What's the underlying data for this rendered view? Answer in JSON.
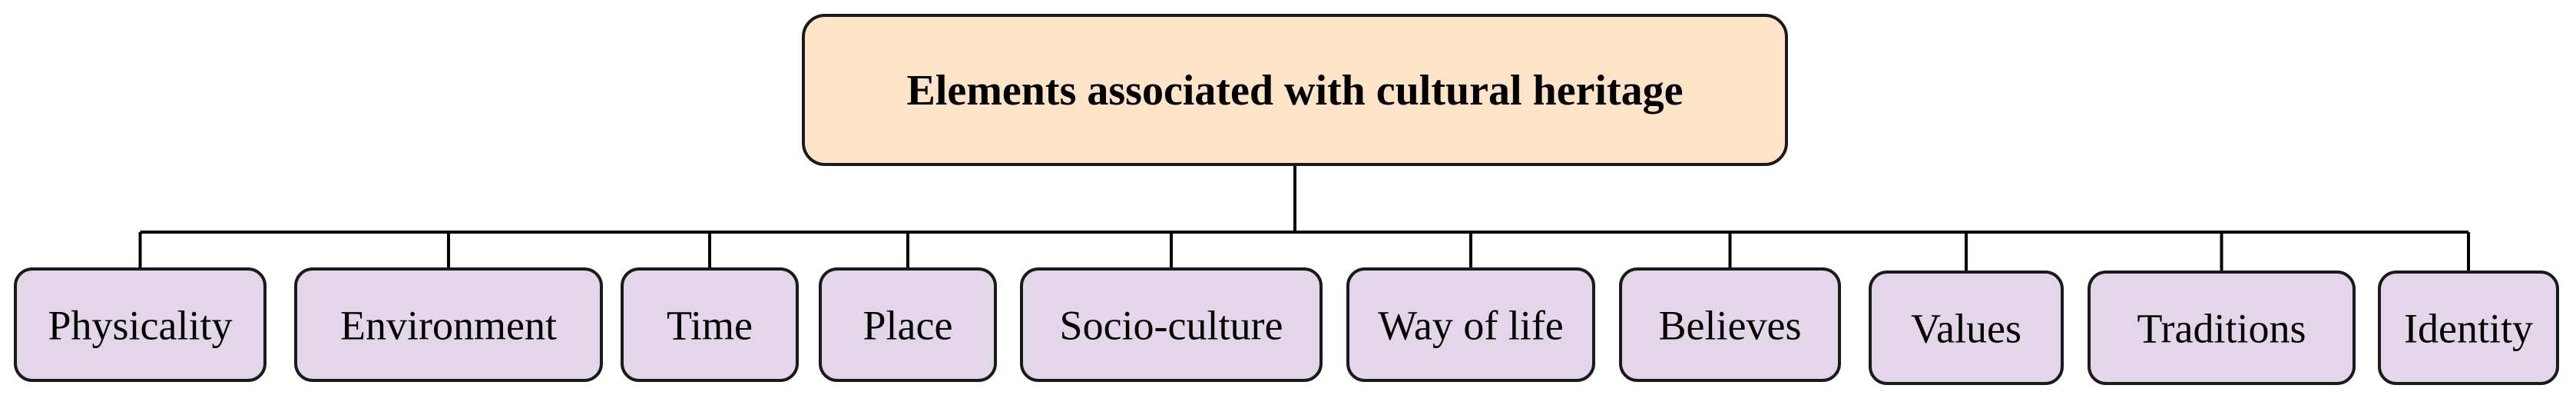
{
  "diagram": {
    "root": {
      "label": "Elements associated with cultural heritage",
      "fill": "#fde3c8",
      "stroke": "#1a1a1a"
    },
    "children": [
      {
        "label": "Physicality"
      },
      {
        "label": "Environment"
      },
      {
        "label": "Time"
      },
      {
        "label": "Place"
      },
      {
        "label": "Socio-culture"
      },
      {
        "label": "Way of life"
      },
      {
        "label": "Believes"
      },
      {
        "label": "Values"
      },
      {
        "label": "Traditions"
      },
      {
        "label": "Identity"
      }
    ],
    "child_fill": "#e3d6e8",
    "child_stroke": "#1a1a1a",
    "line_color": "#000000"
  }
}
